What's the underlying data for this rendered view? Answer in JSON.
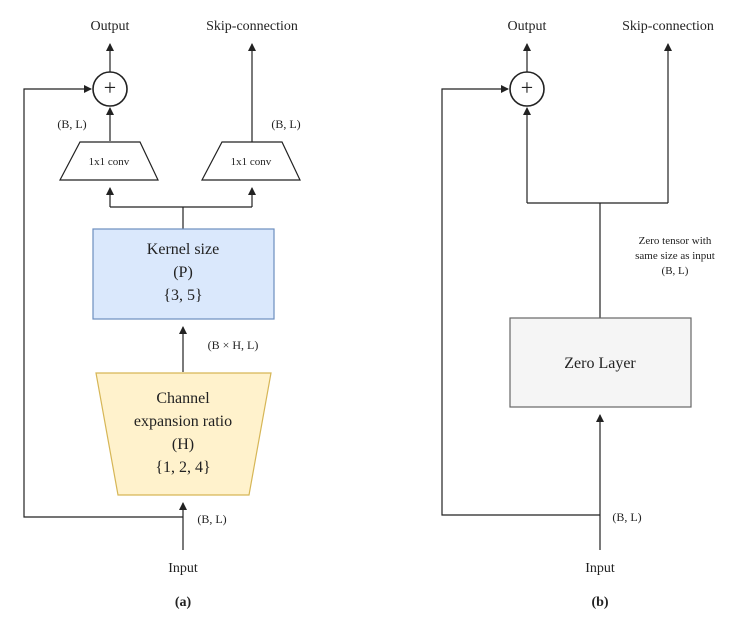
{
  "panel_a": {
    "output": "Output",
    "skip": "Skip-connection",
    "plus": "+",
    "dim_left": "(B, L)",
    "dim_right": "(B, L)",
    "conv_left": "1x1 conv",
    "conv_right": "1x1 conv",
    "kernel_title": "Kernel size",
    "kernel_sym": "(P)",
    "kernel_vals": "{3, 5}",
    "dim_mid": "(B × H, L)",
    "chan_line1": "Channel",
    "chan_line2": "expansion ratio",
    "chan_sym": "(H)",
    "chan_vals": "{1, 2, 4}",
    "dim_input": "(B, L)",
    "input": "Input",
    "caption": "(a)"
  },
  "panel_b": {
    "output": "Output",
    "skip": "Skip-connection",
    "plus": "+",
    "note_line1": "Zero tensor with",
    "note_line2": "same size as input",
    "note_line3": "(B, L)",
    "zero_layer": "Zero Layer",
    "dim_input": "(B, L)",
    "input": "Input",
    "caption": "(b)"
  },
  "colors": {
    "kernel_fill": "#dae8fc",
    "kernel_stroke": "#6c8ebf",
    "chan_fill": "#fff2cc",
    "chan_stroke": "#d6b656",
    "zero_fill": "#f5f5f5",
    "zero_stroke": "#666666"
  }
}
